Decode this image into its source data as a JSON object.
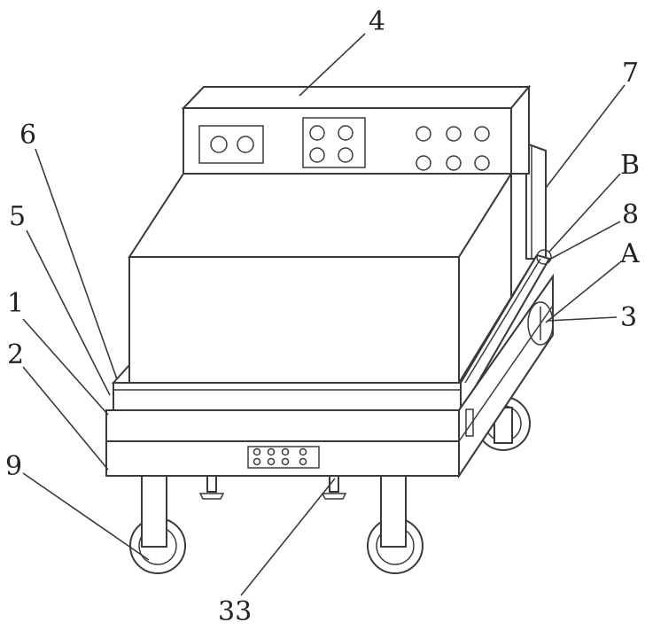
{
  "diagram": {
    "labels": {
      "l4": "4",
      "l7": "7",
      "l6": "6",
      "lB": "B",
      "l8": "8",
      "l5": "5",
      "lA": "A",
      "l1": "1",
      "l3": "3",
      "l2": "2",
      "l9": "9",
      "l33": "33"
    }
  }
}
